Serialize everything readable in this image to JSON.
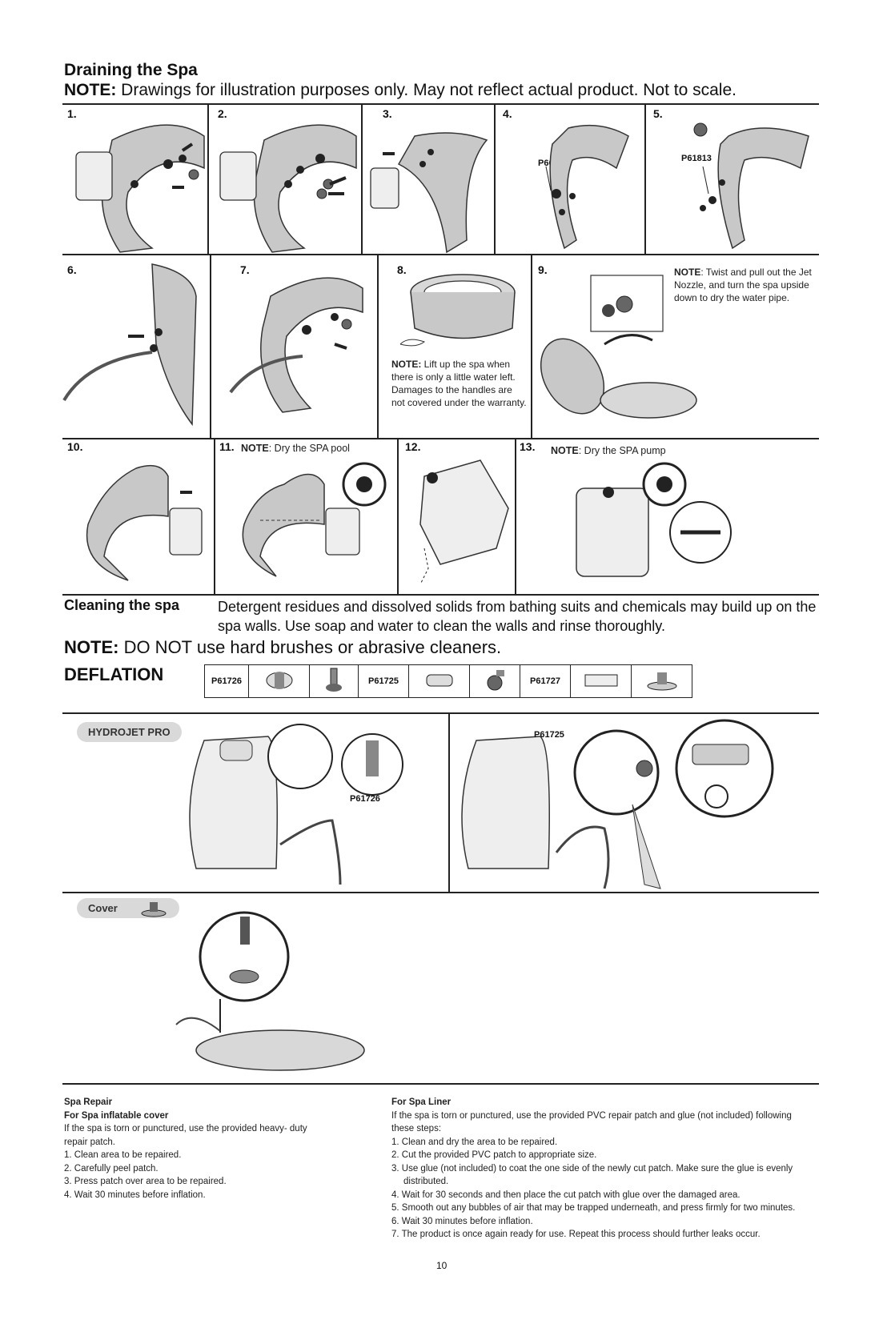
{
  "header": {
    "title": "Draining the Spa",
    "note_label": "NOTE:",
    "note_text": " Drawings for illustration purposes only. May not reflect actual product. Not to scale."
  },
  "steps": {
    "s1": "1.",
    "s2": "2.",
    "s3": "3.",
    "s4": "4.",
    "s5": "5.",
    "s6": "6.",
    "s7": "7.",
    "s8": "8.",
    "s9": "9.",
    "s10": "10.",
    "s11": "11.",
    "s12": "12.",
    "s13": "13."
  },
  "labels": {
    "p6611": "P6611",
    "p61813": "P61813",
    "p61725": "P61725",
    "p61726": "P61726"
  },
  "notes": {
    "note_label": "NOTE",
    "step9_text": ": Twist and pull out the Jet Nozzle, and turn the spa upside down to dry the water pipe.",
    "step8_label": "NOTE:",
    "step8_text": " Lift up the spa when there is only a little water left. Damages to the handles are not covered under the warranty.",
    "step11_text": ": Dry the SPA pool",
    "step13_text": ": Dry the SPA pump"
  },
  "cleaning": {
    "heading": "Cleaning the spa",
    "text": "Detergent residues and dissolved solids from bathing suits and chemicals may build up on the spa walls. Use soap and water to clean the walls and rinse thoroughly.",
    "note_label": "NOTE:",
    "note_text": " DO NOT use hard brushes or abrasive cleaners."
  },
  "deflation": {
    "heading": "DEFLATION",
    "parts": [
      "P61726",
      "P61725",
      "P61727"
    ]
  },
  "sections": {
    "hydrojet": "HYDROJET PRO",
    "cover": "Cover"
  },
  "repair": {
    "left_title": "Spa Repair",
    "left_sub": "For Spa inflatable cover",
    "left_intro": "If the spa is torn or punctured, use the provided heavy- duty repair patch.",
    "left_steps": [
      "1. Clean area to be repaired.",
      "2. Carefully peel patch.",
      "3. Press patch over area to be repaired.",
      "4. Wait 30 minutes before inflation."
    ],
    "right_sub": "For Spa Liner",
    "right_intro": "If the spa is torn or punctured, use the provided PVC repair patch and glue (not included) following these steps:",
    "right_steps": [
      "1. Clean and dry the area to be repaired.",
      "2. Cut the provided PVC patch to appropriate size.",
      "3. Use glue (not included) to coat the one side of the newly cut patch. Make sure the glue is evenly distributed.",
      "4. Wait for 30 seconds and then place the cut patch with glue over the damaged area.",
      "5. Smooth out any bubbles of air that may be trapped underneath, and press firmly for two minutes.",
      "6. Wait 30 minutes before inflation.",
      "7. The product is once again ready for use. Repeat this process should further leaks occur."
    ]
  },
  "page_number": "10"
}
